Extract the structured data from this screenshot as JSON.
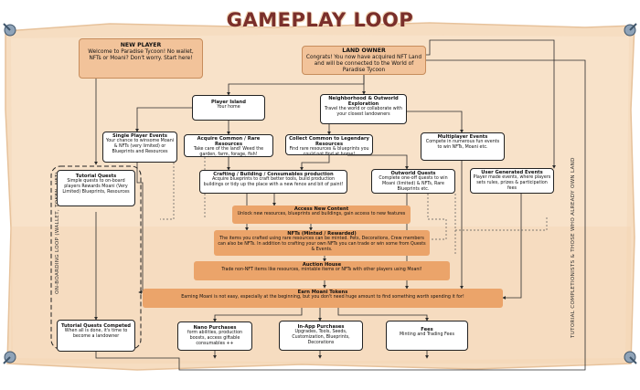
{
  "title": "GAMEPLAY LOOP",
  "side_labels": {
    "left": "ON-BOARDING LOOP (WALLET, TOKEN, NFT)",
    "right": "TUTORIAL COMPLETIONISTS & THOSE WHO ALREADY OWN LAND"
  },
  "nodes": {
    "new_player": {
      "title": "NEW PLAYER",
      "text": "Welcome to Paradise Tycoon! No wallet, NFTs or Moani? Don't worry. Start here!"
    },
    "land_owner": {
      "title": "LAND OWNER",
      "text": "Congrats! You now have acquired NFT Land and will be connected to the World of Paradise Tycoon"
    },
    "player_island": {
      "title": "Player Island",
      "text": "Your home"
    },
    "neighborhood": {
      "title": "Neighborhood & Outworld Exploration",
      "text": "Travel the world or collaborate with your closest landowners"
    },
    "single_player": {
      "title": "Single Player Events",
      "text": "Your chance to winsome Moani & NFTs (very limited) or Blueprints and Resources"
    },
    "acquire": {
      "title": "Acquire Common / Rare Resources",
      "text": "Take care of the land! Weed the garden, farm, forage, fish!"
    },
    "collect": {
      "title": "Collect Common to Legendary Resources",
      "text": "Find rare resources & blueprints you could not find at home!"
    },
    "multiplayer": {
      "title": "Multiplayer Events",
      "text": "Compete in numerous fun events to win NFTs, Moani etc."
    },
    "tutorial_quests": {
      "title": "Tutorial Quests",
      "text": "Simple quests to on-board players Rewards Moani (Very Limited) Blueprints, Resources"
    },
    "crafting": {
      "title": "Crafting / Building / Consumables production",
      "text": "Acquire blueprints to craft better tools, build production buildings or tidy up the place with a new fence and bit of paint!"
    },
    "outworld_quests": {
      "title": "Outworld Quests",
      "text": "Complete one-off quests to win Moani (limited) & NFTs, Rare Blueprints etc."
    },
    "user_events": {
      "title": "User Generated Events",
      "text": "Player made events, where players sets rules, prizes & participation fees"
    },
    "access_content": {
      "title": "Access New Content",
      "text": "Unlock new resources, blueprints and buildings, gain access to new features"
    },
    "nfts_minted": {
      "title": "NFTs (Minted / Rewarded)",
      "text": "The items you crafted using rare resources can be minted. Pets, Decorations, Crew members can also be NFTs. In addition to crafting your own NFTs you can trade or win some from Quests & Events."
    },
    "auction_house": {
      "title": "Auction House",
      "text": "Trade non-NFT items like resources, mintable items or NFTs with other players using Moani!"
    },
    "earn_moani": {
      "title": "Earn Moani Tokens",
      "text": "Earning Moani is not easy, especially at the beginning, but you don't need huge amount to find something worth spending it for!"
    },
    "tutorial_completed": {
      "title": "Tutorial Quests Competed",
      "text": "When all is done, it's time to become a landowner"
    },
    "nano": {
      "title": "Nano Purchases",
      "text": "form abilities, production boosts, access giftable consumables ++"
    },
    "inapp": {
      "title": "In-App Purchases",
      "text": "Upgrades, Tools, Seeds, Customization, Blueprints, Decorations"
    },
    "fees": {
      "title": "Fees",
      "text": "Minting and Trading Fees"
    }
  },
  "colors": {
    "parchment": "#f6ddc1",
    "parchment_edge": "#eecba5",
    "tan_box": "#f2c39a",
    "orange_box": "#eba46a",
    "title": "#7a2f2b",
    "wire": "#2b2b2b"
  },
  "icons": [
    "pin-icon"
  ]
}
